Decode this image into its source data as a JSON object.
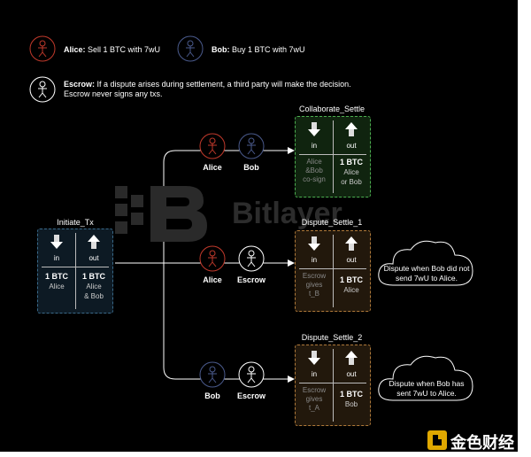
{
  "legend": {
    "alice_name": "Alice:",
    "alice_desc": "Sell 1 BTC with 7wU",
    "bob_name": "Bob:",
    "bob_desc": "Buy 1 BTC with 7wU",
    "escrow_name": "Escrow:",
    "escrow_desc_1": "If a dispute arises during settlement, a third party will make the decision.",
    "escrow_desc_2": "Escrow never signs any txs."
  },
  "initiate": {
    "title": "Initiate_Tx",
    "in_label": "in",
    "out_label": "out",
    "in_amount": "1 BTC",
    "in_owner": "Alice",
    "out_amount": "1 BTC",
    "out_owner_1": "Alice",
    "out_owner_2": "& Bob"
  },
  "collaborate": {
    "title": "Collaborate_Settle",
    "in_label": "in",
    "out_label": "out",
    "in_note_1": "Alice",
    "in_note_2": "&Bob",
    "in_note_3": "co-sign",
    "out_amount": "1 BTC",
    "out_owner_1": "Alice",
    "out_owner_2": "or Bob"
  },
  "dispute1": {
    "title": "Dispute_Settle_1",
    "in_label": "in",
    "out_label": "out",
    "in_note_1": "Escrow",
    "in_note_2": "gives",
    "in_note_3": "t_B",
    "out_amount": "1 BTC",
    "out_owner": "Alice",
    "cloud_1": "Dispute when Bob did not",
    "cloud_2": "send 7wU to Alice."
  },
  "dispute2": {
    "title": "Dispute_Settle_2",
    "in_label": "in",
    "out_label": "out",
    "in_note_1": "Escrow",
    "in_note_2": "gives",
    "in_note_3": "t_A",
    "out_amount": "1 BTC",
    "out_owner": "Bob",
    "cloud_1": "Dispute when Bob has",
    "cloud_2": "sent 7wU to Alice."
  },
  "actors": {
    "alice": "Alice",
    "bob": "Bob",
    "escrow": "Escrow"
  },
  "watermarks": {
    "bitlayer": "Bitlayer",
    "jinse": "金色财经"
  },
  "colors": {
    "alice": "#c0392b",
    "bob": "#4a5a8c",
    "escrow": "#ffffff",
    "initiate_border": "#3a6a8a",
    "initiate_bg": "#0d1a24",
    "collab_border": "#4caf50",
    "collab_bg": "#10240f",
    "dispute_border": "#b07a3a",
    "dispute_bg": "#22180c"
  }
}
